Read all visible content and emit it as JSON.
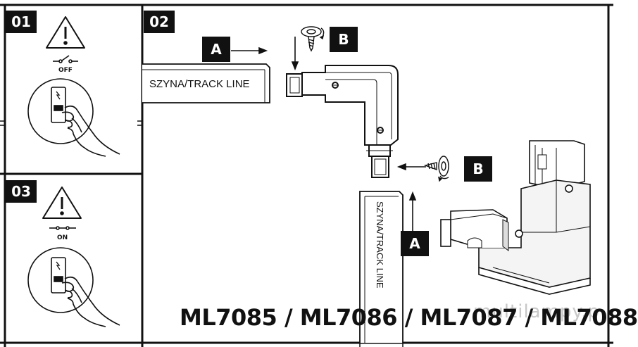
{
  "steps": {
    "s1": "01",
    "s2": "02",
    "s3": "03"
  },
  "switch": {
    "off_label": "OFF",
    "on_label": "ON"
  },
  "callouts": {
    "a_top": "A",
    "b_top": "B",
    "b_right": "B",
    "a_bottom": "A"
  },
  "track": {
    "horizontal_label": "SZYNA/TRACK LINE",
    "vertical_label": "SZYNA/TRACK LINE"
  },
  "models": "ML7085 / ML7086 / ML7087 / ML7088",
  "watermark": "multilampy.p"
}
